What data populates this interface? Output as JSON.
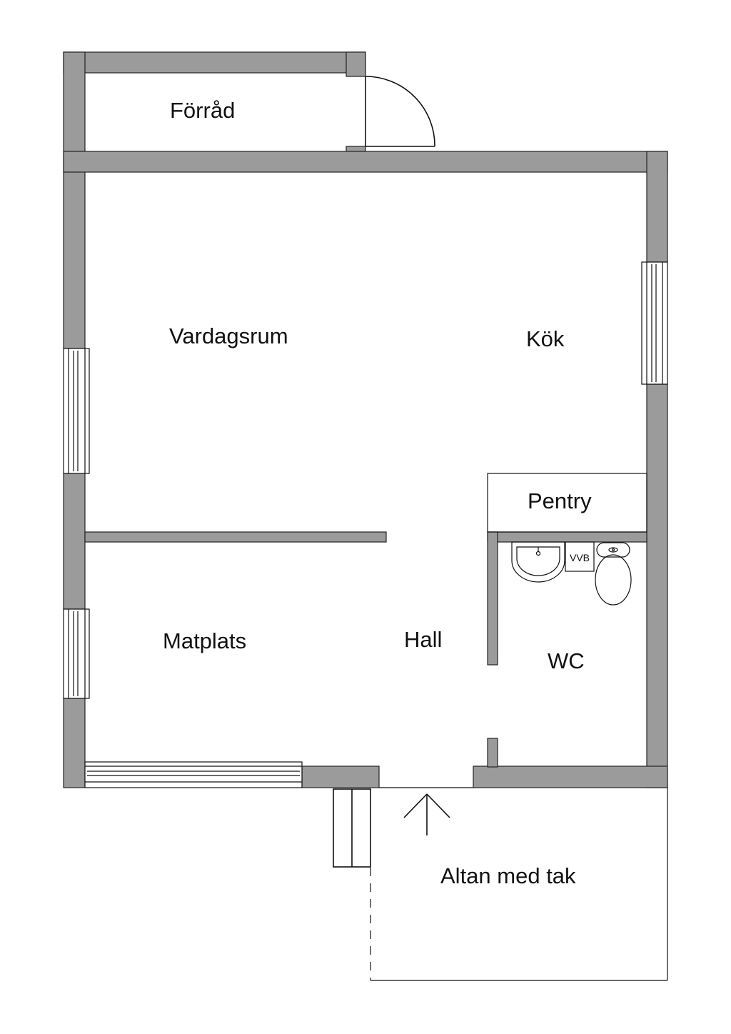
{
  "rooms": {
    "forrad": "Förråd",
    "vardagsrum": "Vardagsrum",
    "kok": "Kök",
    "pentry": "Pentry",
    "matplats": "Matplats",
    "hall": "Hall",
    "wc": "WC",
    "altan": "Altan med tak"
  },
  "fixtures": {
    "vvb": "VVB"
  },
  "colors": {
    "wall": "#9b9b9b",
    "line": "#111111",
    "background": "#ffffff"
  }
}
